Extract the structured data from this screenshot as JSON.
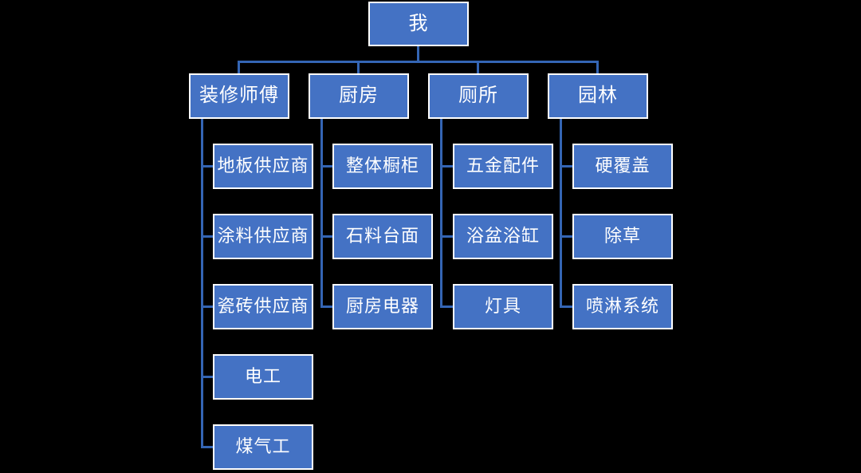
{
  "diagram": {
    "type": "org-chart",
    "title_text": "我",
    "background_color": "#000000",
    "node_fill_color": "#4472C4",
    "node_border_color": "#FFFFFF",
    "connector_color": "#3465B4",
    "text_color": "#FFFFFF",
    "root": {
      "label": "我"
    },
    "branches": [
      {
        "label": "装修师傅",
        "children": [
          {
            "label": "地板供应商"
          },
          {
            "label": "涂料供应商"
          },
          {
            "label": "瓷砖供应商"
          },
          {
            "label": "电工"
          },
          {
            "label": "煤气工"
          }
        ]
      },
      {
        "label": "厨房",
        "children": [
          {
            "label": "整体橱柜"
          },
          {
            "label": "石料台面"
          },
          {
            "label": "厨房电器"
          }
        ]
      },
      {
        "label": "厕所",
        "children": [
          {
            "label": "五金配件"
          },
          {
            "label": "浴盆浴缸"
          },
          {
            "label": "灯具"
          }
        ]
      },
      {
        "label": "园林",
        "children": [
          {
            "label": "硬覆盖"
          },
          {
            "label": "除草"
          },
          {
            "label": "喷淋系统"
          }
        ]
      }
    ]
  }
}
